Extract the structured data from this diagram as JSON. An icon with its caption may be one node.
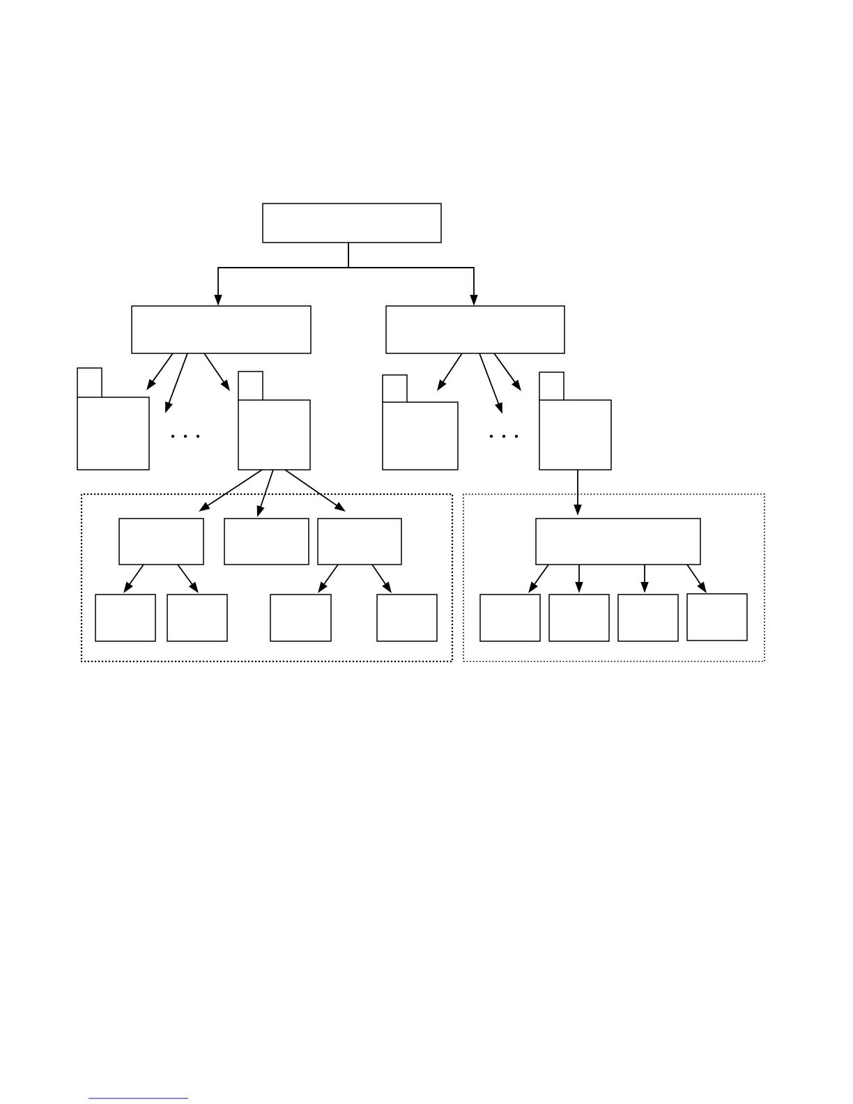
{
  "diagram": {
    "nodes": [
      {
        "text": [],
        "shape": "box"
      },
      {
        "text": [],
        "shape": "box"
      },
      {
        "text": [],
        "shape": "box"
      },
      {
        "text": [],
        "shape": "folder"
      },
      {
        "text": [],
        "shape": "folder"
      },
      {
        "text": [],
        "shape": "folder"
      },
      {
        "text": [],
        "shape": "folder"
      },
      {
        "text": [],
        "shape": "box"
      },
      {
        "text": [],
        "shape": "box"
      },
      {
        "text": [],
        "shape": "box",
        "in": 7
      },
      {
        "text": [],
        "shape": "box",
        "in": 7
      },
      {
        "text": [],
        "shape": "box",
        "in": 7
      },
      {
        "text": [],
        "shape": "box",
        "in": 7
      },
      {
        "text": [],
        "shape": "box",
        "in": 7
      },
      {
        "text": [],
        "shape": "box",
        "in": 7
      },
      {
        "text": [],
        "shape": "box",
        "in": 7
      },
      {
        "text": [],
        "shape": "box",
        "in": 8
      },
      {
        "text": [],
        "shape": "box",
        "in": 8
      },
      {
        "text": [],
        "shape": "box",
        "in": 8
      },
      {
        "text": [],
        "shape": "box",
        "in": 8
      },
      {
        "text": [],
        "shape": "box",
        "in": 8
      }
    ],
    "edges": [
      {
        "from": 0,
        "to": 1,
        "arrow": "to"
      },
      {
        "from": 0,
        "to": 2,
        "arrow": "to"
      },
      {
        "from": 1,
        "to": 3,
        "arrow": "to"
      },
      {
        "from": 1,
        "to": null,
        "arrow": "to"
      },
      {
        "from": 1,
        "to": 4,
        "arrow": "to"
      },
      {
        "from": 2,
        "to": 5,
        "arrow": "to"
      },
      {
        "from": 2,
        "to": null,
        "arrow": "to"
      },
      {
        "from": 2,
        "to": 6,
        "arrow": "to"
      },
      {
        "from": 4,
        "to": 9,
        "arrow": "to"
      },
      {
        "from": 4,
        "to": 10,
        "arrow": "to"
      },
      {
        "from": 4,
        "to": 11,
        "arrow": "to"
      },
      {
        "from": 6,
        "to": 16,
        "arrow": "to"
      },
      {
        "from": 9,
        "to": 12,
        "arrow": "to"
      },
      {
        "from": 9,
        "to": 13,
        "arrow": "to"
      },
      {
        "from": 11,
        "to": 14,
        "arrow": "to"
      },
      {
        "from": 11,
        "to": 15,
        "arrow": "to"
      },
      {
        "from": 16,
        "to": 17,
        "arrow": "to"
      },
      {
        "from": 16,
        "to": 18,
        "arrow": "to"
      },
      {
        "from": 16,
        "to": 19,
        "arrow": "to"
      },
      {
        "from": 16,
        "to": 20,
        "arrow": "to"
      }
    ]
  }
}
